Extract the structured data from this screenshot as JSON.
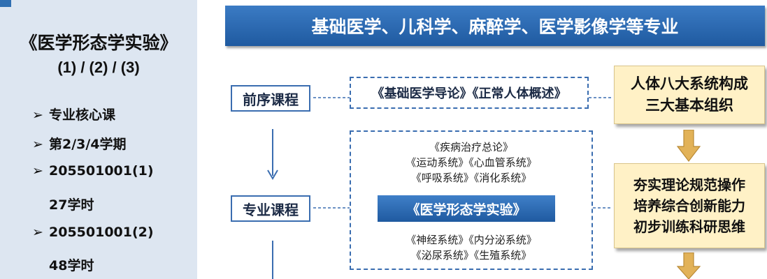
{
  "left": {
    "title": "《医学形态学实验》",
    "subtitle": "(1) / (2) / (3)",
    "bullets": [
      {
        "text": "专业核心课"
      },
      {
        "text": "第2/3/4学期"
      },
      {
        "text": "205501001(1)",
        "cont": "27学时"
      },
      {
        "text": "205501001(2)",
        "cont": "48学时"
      }
    ],
    "bullet_symbol": "➢"
  },
  "banner": {
    "text": "基础医学、儿科学、麻醉学、医学影像学等专业"
  },
  "prereq": {
    "label": "前序课程",
    "courses": "《基础医学导论》《正常人体概述》"
  },
  "major": {
    "label": "专业课程",
    "courses_top": [
      "《疾病治疗总论》",
      "《运动系统》《心血管系统》",
      "《呼吸系统》《消化系统》"
    ],
    "main_course": "《医学形态学实验》",
    "courses_bottom": [
      "《神经系统》《内分泌系统》",
      "《泌尿系统》《生殖系统》"
    ]
  },
  "goals": {
    "box1": [
      "人体八大系统构成",
      "三大基本组织"
    ],
    "box2": [
      "夯实理论规范操作",
      "培养综合创新能力",
      "初步训练科研思维"
    ]
  },
  "colors": {
    "banner": "#2a67ae",
    "goal_fill": "#fff1c6",
    "connector": "#3a6db0",
    "arrow_gold": "#d9a94a"
  }
}
